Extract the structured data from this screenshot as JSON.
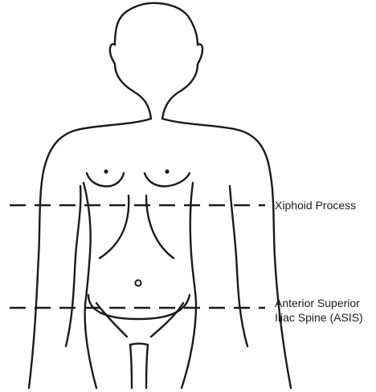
{
  "labels": {
    "xiphoid": "Xiphoid Process",
    "asis_line1": "Anterior Superior",
    "asis_line2": "Iliac Spine (ASIS)"
  },
  "colors": {
    "stroke": "#1a1a1a",
    "background": "#ffffff"
  }
}
